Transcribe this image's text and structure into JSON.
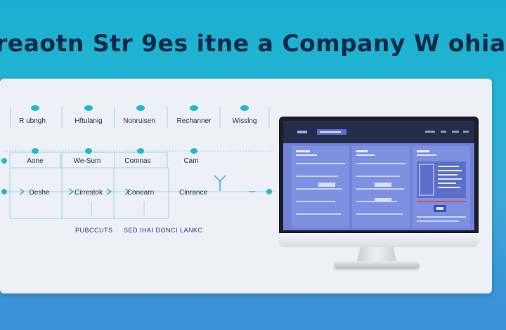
{
  "title": "reaotn Str 9es itne a Company W ohia",
  "diagram": {
    "top_row": [
      "R ubngh",
      "Hftulanig",
      "Nonruisen",
      "Rechanner",
      "Wisslng"
    ],
    "middle_row": [
      "Aone",
      "We-Sum",
      "Comnas",
      "Cam"
    ],
    "lower_row": [
      "Deshe",
      "Cirrestok",
      "Conearn",
      "Cinrance"
    ],
    "footer": [
      "PUBCCUTS",
      "SED IHAI DONCI LANKC"
    ]
  },
  "colors": {
    "accent": "#22b8cf",
    "text": "#1b2a4a",
    "screen": "#6f82d8"
  }
}
